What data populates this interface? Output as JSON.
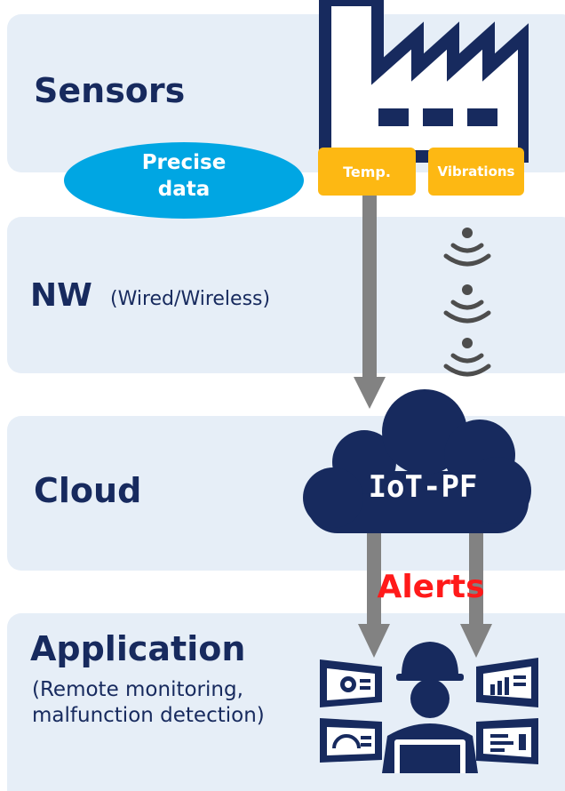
{
  "layers": {
    "sensors": {
      "title": "Sensors"
    },
    "nw": {
      "title": "NW",
      "subtitle": "(Wired/Wireless)"
    },
    "cloud": {
      "title": "Cloud"
    },
    "application": {
      "title": "Application",
      "description": "(Remote monitoring, malfunction detection)"
    }
  },
  "labels": {
    "precise_data": "Precise data",
    "temp": "Temp.",
    "vibrations": "Vibrations",
    "iot_pf": "IoT-PF",
    "alerts": "Alerts"
  },
  "colors": {
    "navy": "#172a5e",
    "layer_bg": "#e6eef7",
    "cyan": "#00a6e3",
    "amber": "#fdb813",
    "alert_red": "#ff1a1a",
    "arrow_gray": "#828282"
  },
  "icons": [
    "factory-icon",
    "wireless-signal-icon",
    "cloud-icon",
    "engineer-laptop-icon",
    "dashboard-screen-icon"
  ]
}
